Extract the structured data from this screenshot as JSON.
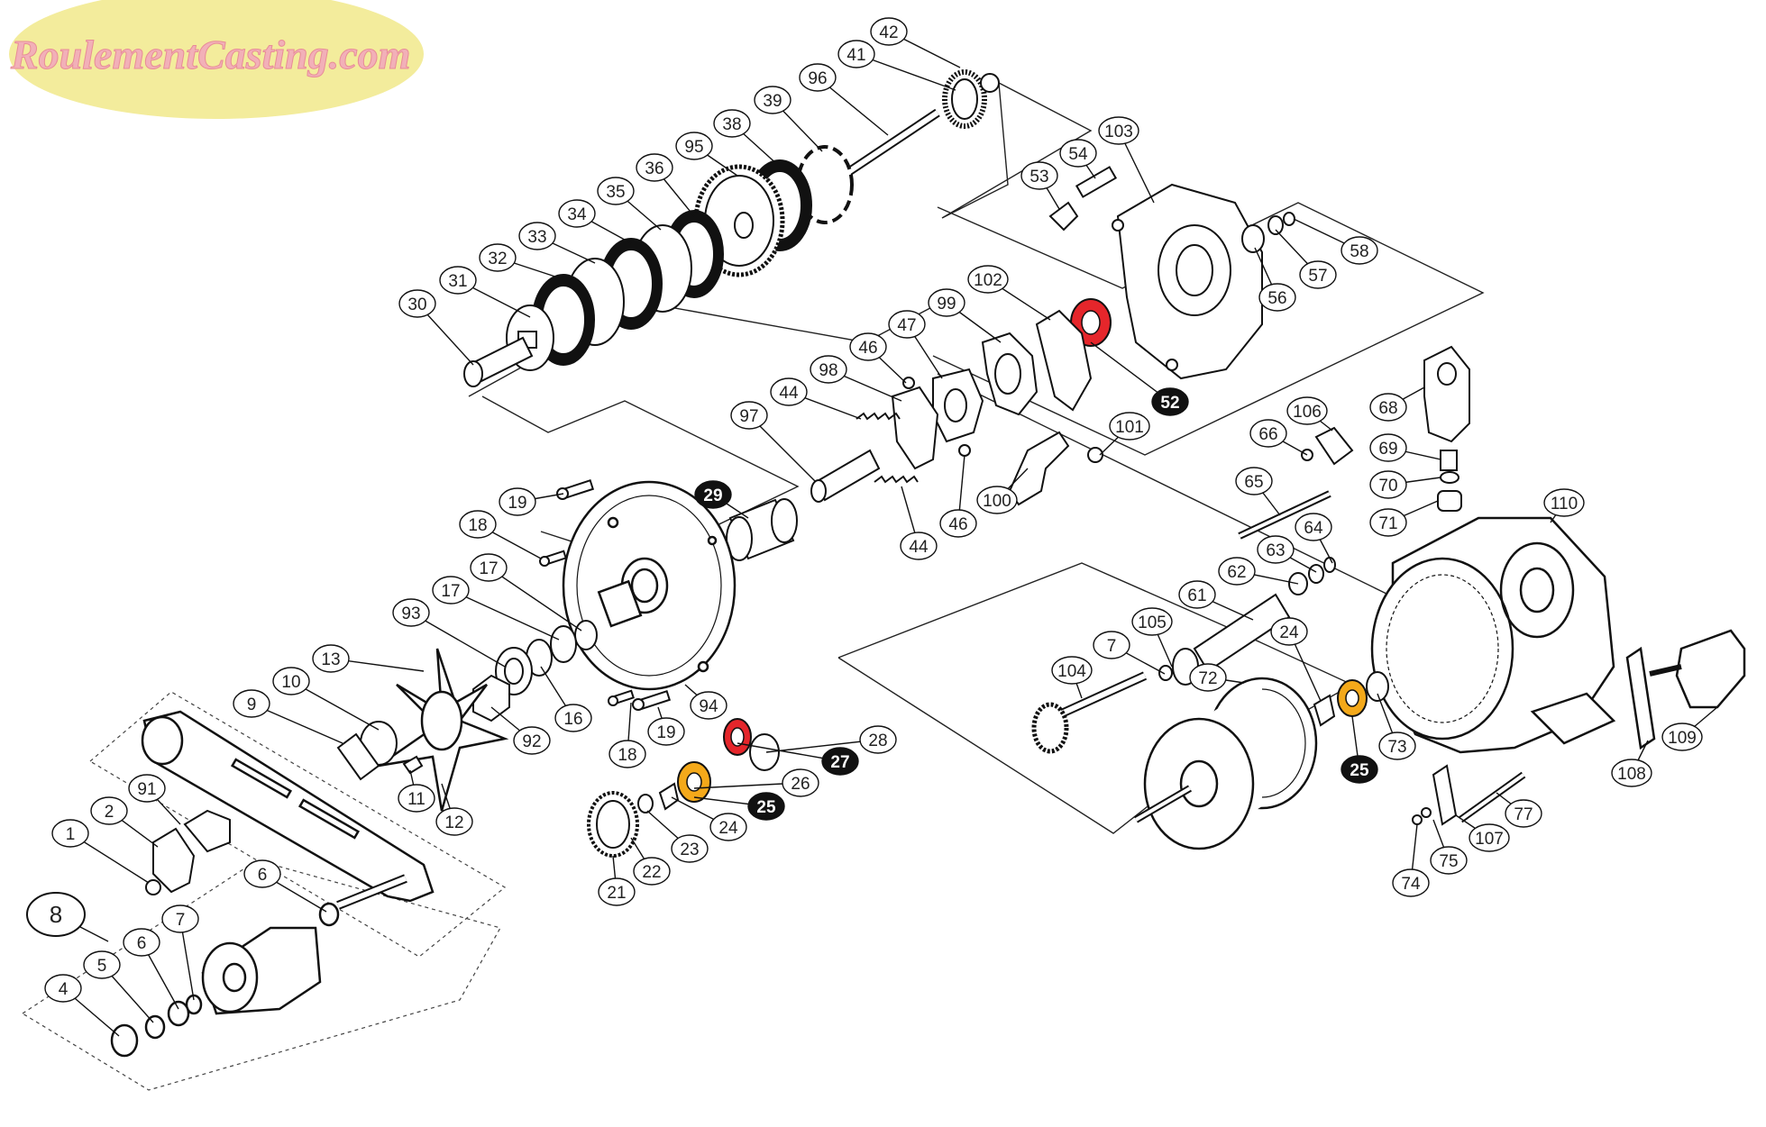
{
  "logo": {
    "text": "RoulementCasting.com"
  },
  "colors": {
    "outline": "#111111",
    "ink": "#222222",
    "bearing_red": "#e5262b",
    "bearing_orange": "#f4a91a",
    "logo_bg": "#f3ec9c",
    "logo_text": "#f2b0b8",
    "badge_fill": "#111111",
    "badge_text": "#ffffff"
  },
  "callouts": [
    {
      "id": "c42",
      "label": "42",
      "style": "plain"
    },
    {
      "id": "c41",
      "label": "41",
      "style": "plain"
    },
    {
      "id": "c96",
      "label": "96",
      "style": "plain"
    },
    {
      "id": "c39",
      "label": "39",
      "style": "plain"
    },
    {
      "id": "c38",
      "label": "38",
      "style": "plain"
    },
    {
      "id": "c95",
      "label": "95",
      "style": "plain"
    },
    {
      "id": "c36",
      "label": "36",
      "style": "plain"
    },
    {
      "id": "c35",
      "label": "35",
      "style": "plain"
    },
    {
      "id": "c34",
      "label": "34",
      "style": "plain"
    },
    {
      "id": "c33",
      "label": "33",
      "style": "plain"
    },
    {
      "id": "c32",
      "label": "32",
      "style": "plain"
    },
    {
      "id": "c31",
      "label": "31",
      "style": "plain"
    },
    {
      "id": "c30",
      "label": "30",
      "style": "plain"
    },
    {
      "id": "c103",
      "label": "103",
      "style": "plain"
    },
    {
      "id": "c54",
      "label": "54",
      "style": "plain"
    },
    {
      "id": "c53",
      "label": "53",
      "style": "plain"
    },
    {
      "id": "c58",
      "label": "58",
      "style": "plain"
    },
    {
      "id": "c57",
      "label": "57",
      "style": "plain"
    },
    {
      "id": "c56",
      "label": "56",
      "style": "plain"
    },
    {
      "id": "c102",
      "label": "102",
      "style": "plain"
    },
    {
      "id": "c99",
      "label": "99",
      "style": "plain"
    },
    {
      "id": "c47",
      "label": "47",
      "style": "plain"
    },
    {
      "id": "c46a",
      "label": "46",
      "style": "plain"
    },
    {
      "id": "c98",
      "label": "98",
      "style": "plain"
    },
    {
      "id": "c44a",
      "label": "44",
      "style": "plain"
    },
    {
      "id": "c97",
      "label": "97",
      "style": "plain"
    },
    {
      "id": "c52",
      "label": "52",
      "style": "filled"
    },
    {
      "id": "c101",
      "label": "101",
      "style": "plain"
    },
    {
      "id": "c100",
      "label": "100",
      "style": "plain"
    },
    {
      "id": "c46b",
      "label": "46",
      "style": "plain"
    },
    {
      "id": "c44b",
      "label": "44",
      "style": "plain"
    },
    {
      "id": "c29",
      "label": "29",
      "style": "filled"
    },
    {
      "id": "c19a",
      "label": "19",
      "style": "plain"
    },
    {
      "id": "c18a",
      "label": "18",
      "style": "plain"
    },
    {
      "id": "c17a",
      "label": "17",
      "style": "plain"
    },
    {
      "id": "c17b",
      "label": "17",
      "style": "plain"
    },
    {
      "id": "c93",
      "label": "93",
      "style": "plain"
    },
    {
      "id": "c16",
      "label": "16",
      "style": "plain"
    },
    {
      "id": "c92",
      "label": "92",
      "style": "plain"
    },
    {
      "id": "c13",
      "label": "13",
      "style": "plain"
    },
    {
      "id": "c10",
      "label": "10",
      "style": "plain"
    },
    {
      "id": "c9",
      "label": "9",
      "style": "plain"
    },
    {
      "id": "c11",
      "label": "11",
      "style": "plain"
    },
    {
      "id": "c12",
      "label": "12",
      "style": "plain"
    },
    {
      "id": "c91",
      "label": "91",
      "style": "plain"
    },
    {
      "id": "c2",
      "label": "2",
      "style": "plain"
    },
    {
      "id": "c1",
      "label": "1",
      "style": "plain"
    },
    {
      "id": "c6a",
      "label": "6",
      "style": "plain"
    },
    {
      "id": "c8",
      "label": "8",
      "style": "large"
    },
    {
      "id": "c7a",
      "label": "7",
      "style": "plain"
    },
    {
      "id": "c6b",
      "label": "6",
      "style": "plain"
    },
    {
      "id": "c5",
      "label": "5",
      "style": "plain"
    },
    {
      "id": "c4",
      "label": "4",
      "style": "plain"
    },
    {
      "id": "c94",
      "label": "94",
      "style": "plain"
    },
    {
      "id": "c18b",
      "label": "18",
      "style": "plain"
    },
    {
      "id": "c19b",
      "label": "19",
      "style": "plain"
    },
    {
      "id": "c28",
      "label": "28",
      "style": "plain"
    },
    {
      "id": "c27",
      "label": "27",
      "style": "filled"
    },
    {
      "id": "c26",
      "label": "26",
      "style": "plain"
    },
    {
      "id": "c25a",
      "label": "25",
      "style": "filled"
    },
    {
      "id": "c24a",
      "label": "24",
      "style": "plain"
    },
    {
      "id": "c23",
      "label": "23",
      "style": "plain"
    },
    {
      "id": "c22",
      "label": "22",
      "style": "plain"
    },
    {
      "id": "c21",
      "label": "21",
      "style": "plain"
    },
    {
      "id": "c106",
      "label": "106",
      "style": "plain"
    },
    {
      "id": "c66",
      "label": "66",
      "style": "plain"
    },
    {
      "id": "c68",
      "label": "68",
      "style": "plain"
    },
    {
      "id": "c69",
      "label": "69",
      "style": "plain"
    },
    {
      "id": "c70",
      "label": "70",
      "style": "plain"
    },
    {
      "id": "c71",
      "label": "71",
      "style": "plain"
    },
    {
      "id": "c65",
      "label": "65",
      "style": "plain"
    },
    {
      "id": "c64",
      "label": "64",
      "style": "plain"
    },
    {
      "id": "c63",
      "label": "63",
      "style": "plain"
    },
    {
      "id": "c62",
      "label": "62",
      "style": "plain"
    },
    {
      "id": "c61",
      "label": "61",
      "style": "plain"
    },
    {
      "id": "c110",
      "label": "110",
      "style": "plain"
    },
    {
      "id": "c105",
      "label": "105",
      "style": "plain"
    },
    {
      "id": "c7b",
      "label": "7",
      "style": "plain"
    },
    {
      "id": "c104",
      "label": "104",
      "style": "plain"
    },
    {
      "id": "c72",
      "label": "72",
      "style": "plain"
    },
    {
      "id": "c24b",
      "label": "24",
      "style": "plain"
    },
    {
      "id": "c73",
      "label": "73",
      "style": "plain"
    },
    {
      "id": "c25b",
      "label": "25",
      "style": "filled"
    },
    {
      "id": "c108",
      "label": "108",
      "style": "plain"
    },
    {
      "id": "c109",
      "label": "109",
      "style": "plain"
    },
    {
      "id": "c77",
      "label": "77",
      "style": "plain"
    },
    {
      "id": "c107",
      "label": "107",
      "style": "plain"
    },
    {
      "id": "c75",
      "label": "75",
      "style": "plain"
    },
    {
      "id": "c74",
      "label": "74",
      "style": "plain"
    }
  ]
}
